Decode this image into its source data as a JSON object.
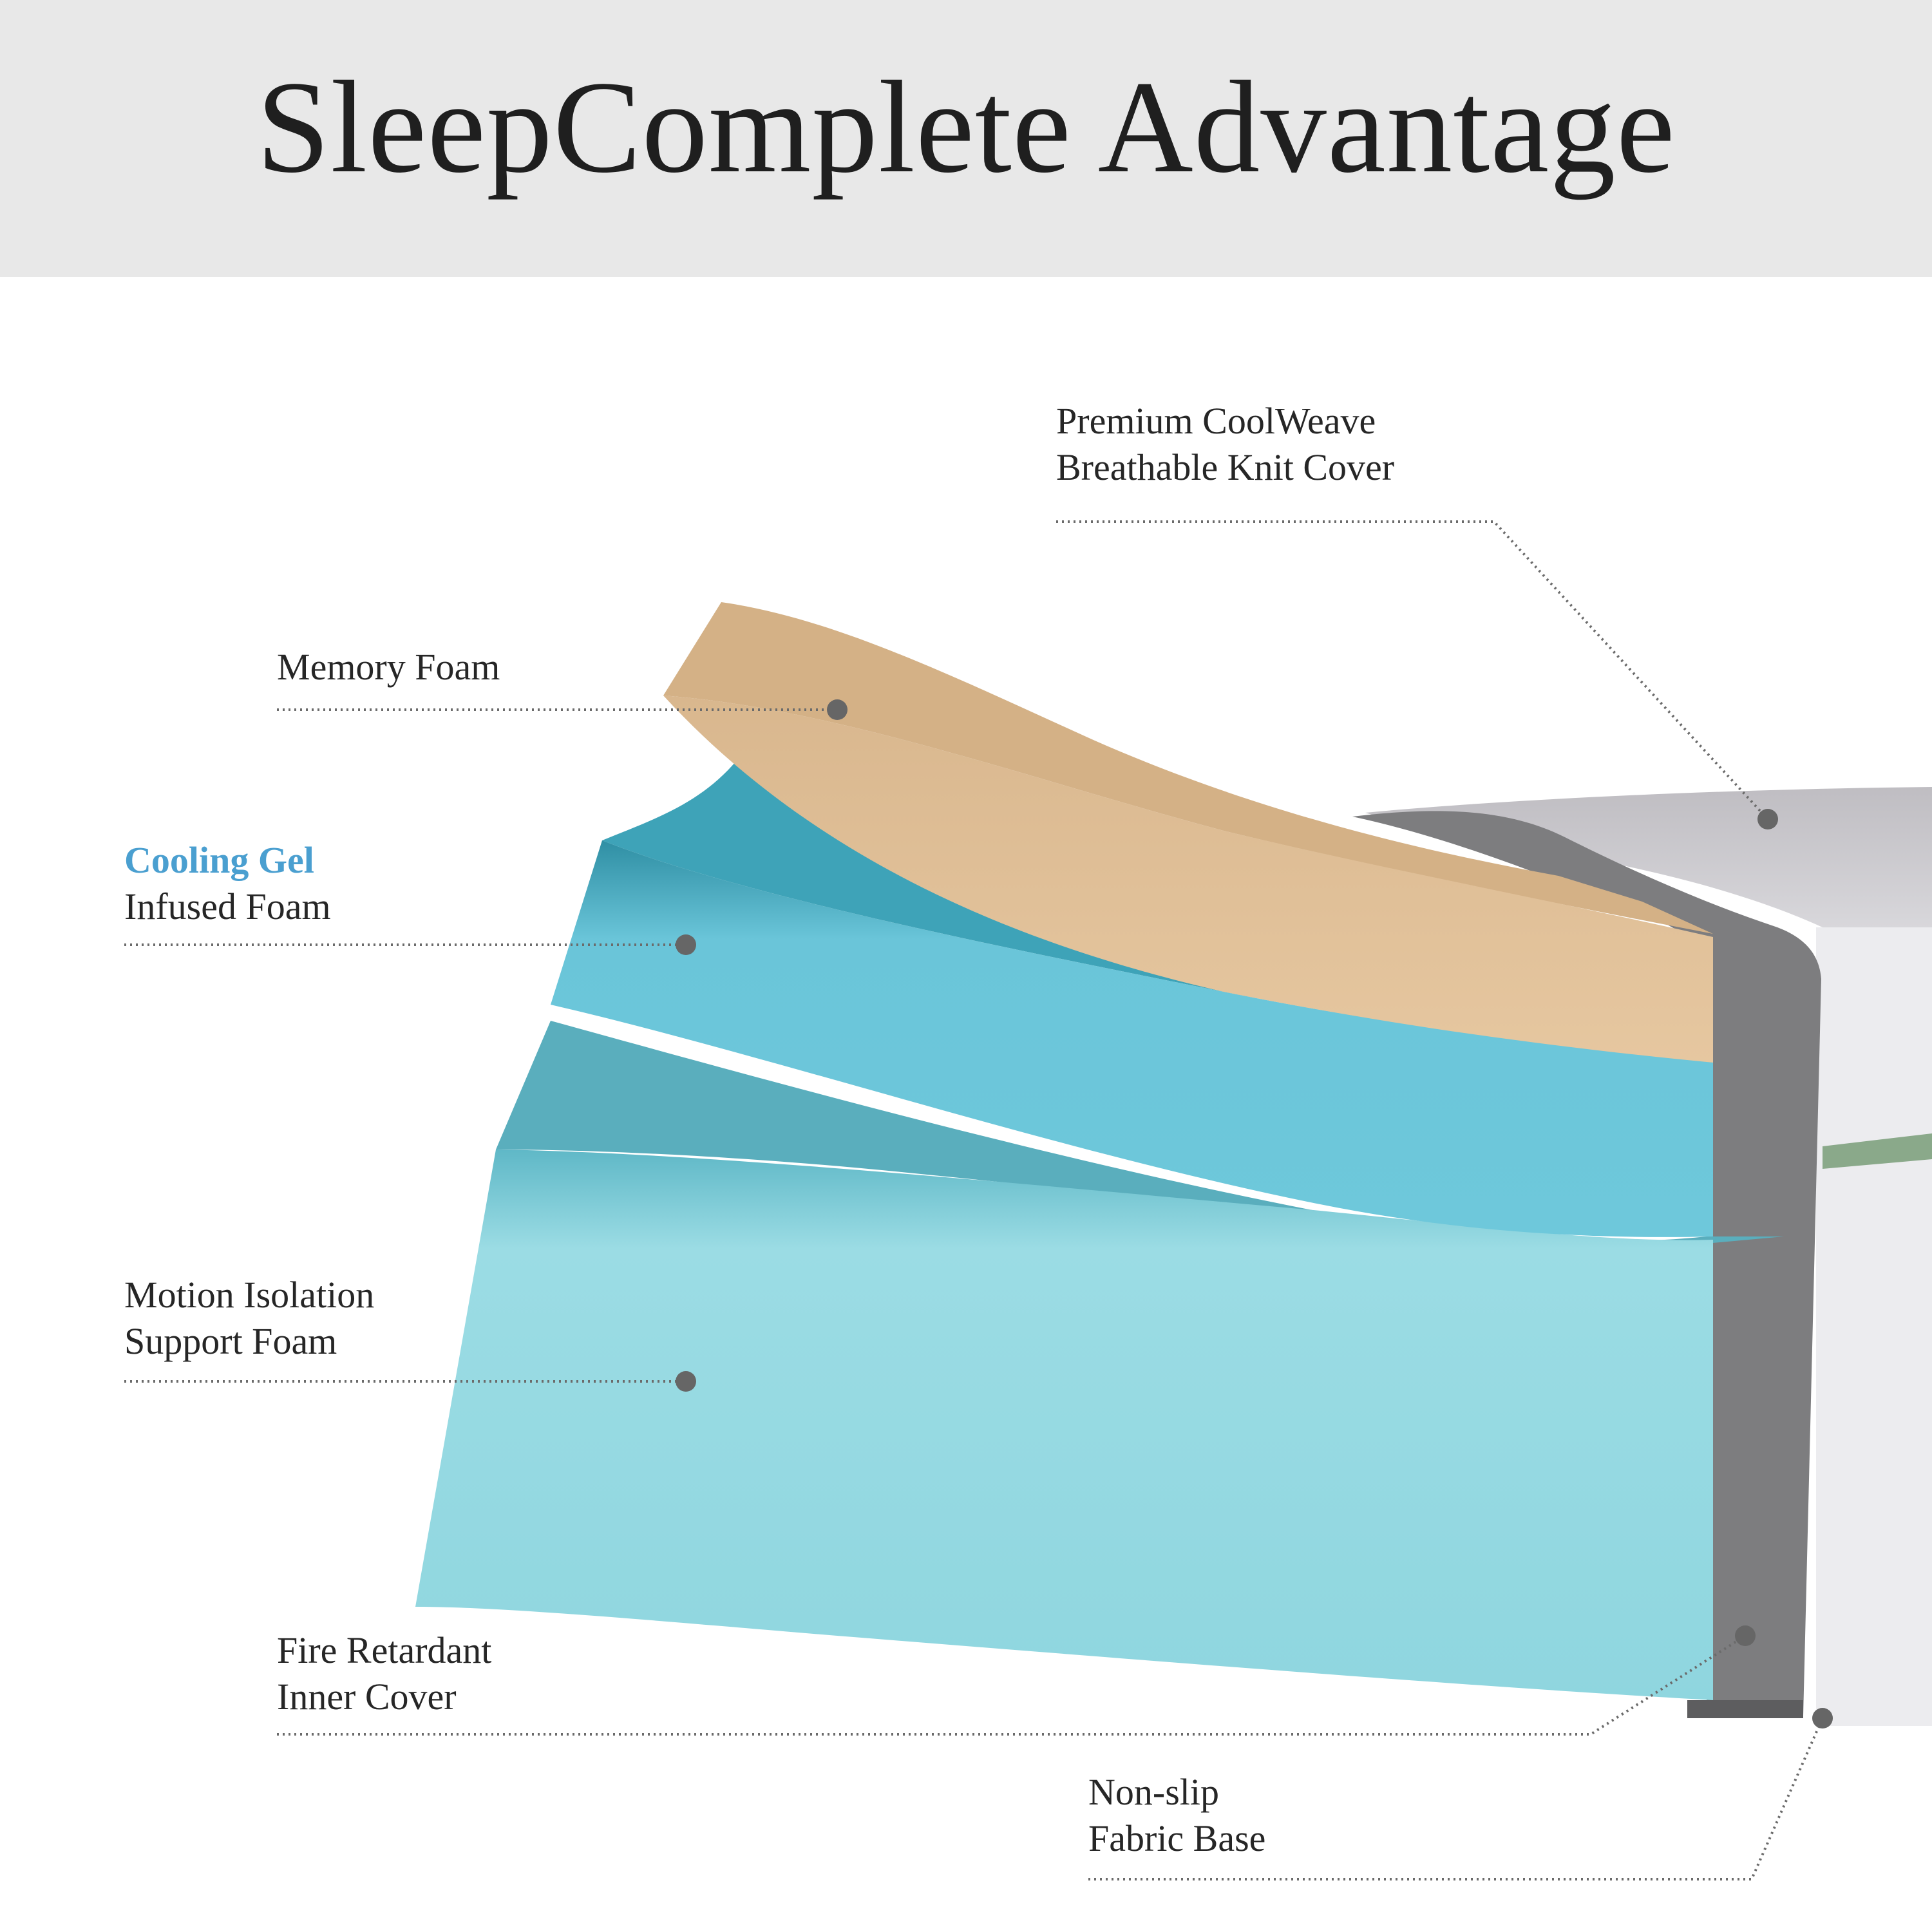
{
  "title": "SleepComplete Advantage",
  "colors": {
    "header_bg": "#e8e8e8",
    "memory_foam": "#e2c39c",
    "cooling_gel_foam": "#6dc6da",
    "support_foam": "#93d8e0",
    "inner_cover": "#7a7a7a",
    "outer_cover": "#dcdbde",
    "accent_text": "#4a9fd0"
  },
  "labels": {
    "cover": {
      "line1": "Premium CoolWeave",
      "line2": "Breathable Knit Cover"
    },
    "memory_foam": {
      "line1": "Memory Foam"
    },
    "cooling": {
      "highlight": "Cooling Gel",
      "line2": "Infused Foam"
    },
    "support": {
      "line1": "Motion Isolation",
      "line2": "Support Foam"
    },
    "inner_cover": {
      "line1": "Fire Retardant",
      "line2": "Inner Cover"
    },
    "base": {
      "line1": "Non-slip",
      "line2": "Fabric Base"
    }
  }
}
